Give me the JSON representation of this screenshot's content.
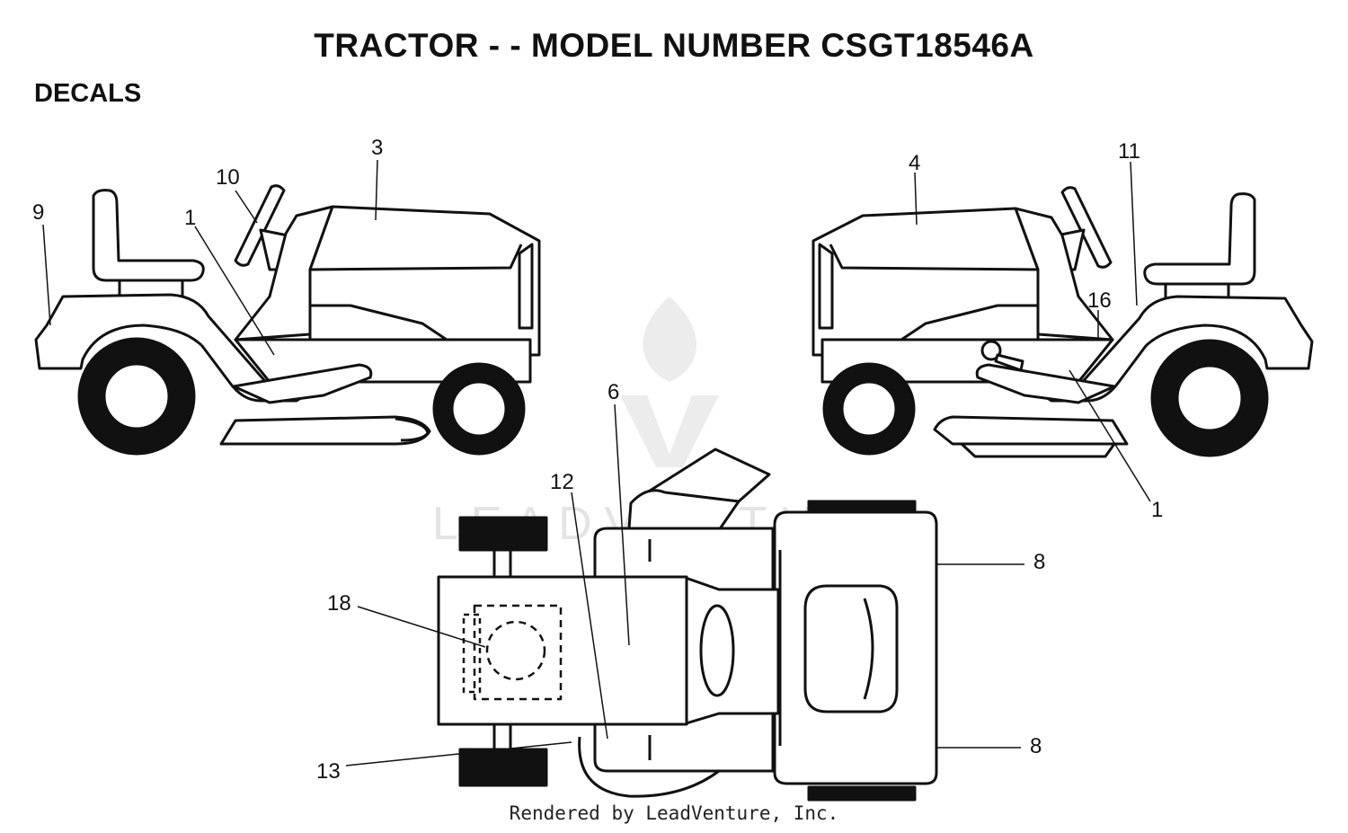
{
  "title": "TRACTOR - - MODEL NUMBER CSGT18546A",
  "section": "DECALS",
  "footer": "Rendered by LeadVenture, Inc.",
  "watermark": "LEADVENTURE",
  "callouts": {
    "left_9": "9",
    "left_10": "10",
    "left_1": "1",
    "left_3": "3",
    "right_4": "4",
    "right_11": "11",
    "right_16": "16",
    "right_1": "1",
    "top_6": "6",
    "top_12": "12",
    "top_18": "18",
    "top_13": "13",
    "top_8a": "8",
    "top_8b": "8"
  },
  "colors": {
    "line": "#111111",
    "tire": "#111111",
    "watermark": "#e4e4e4"
  }
}
